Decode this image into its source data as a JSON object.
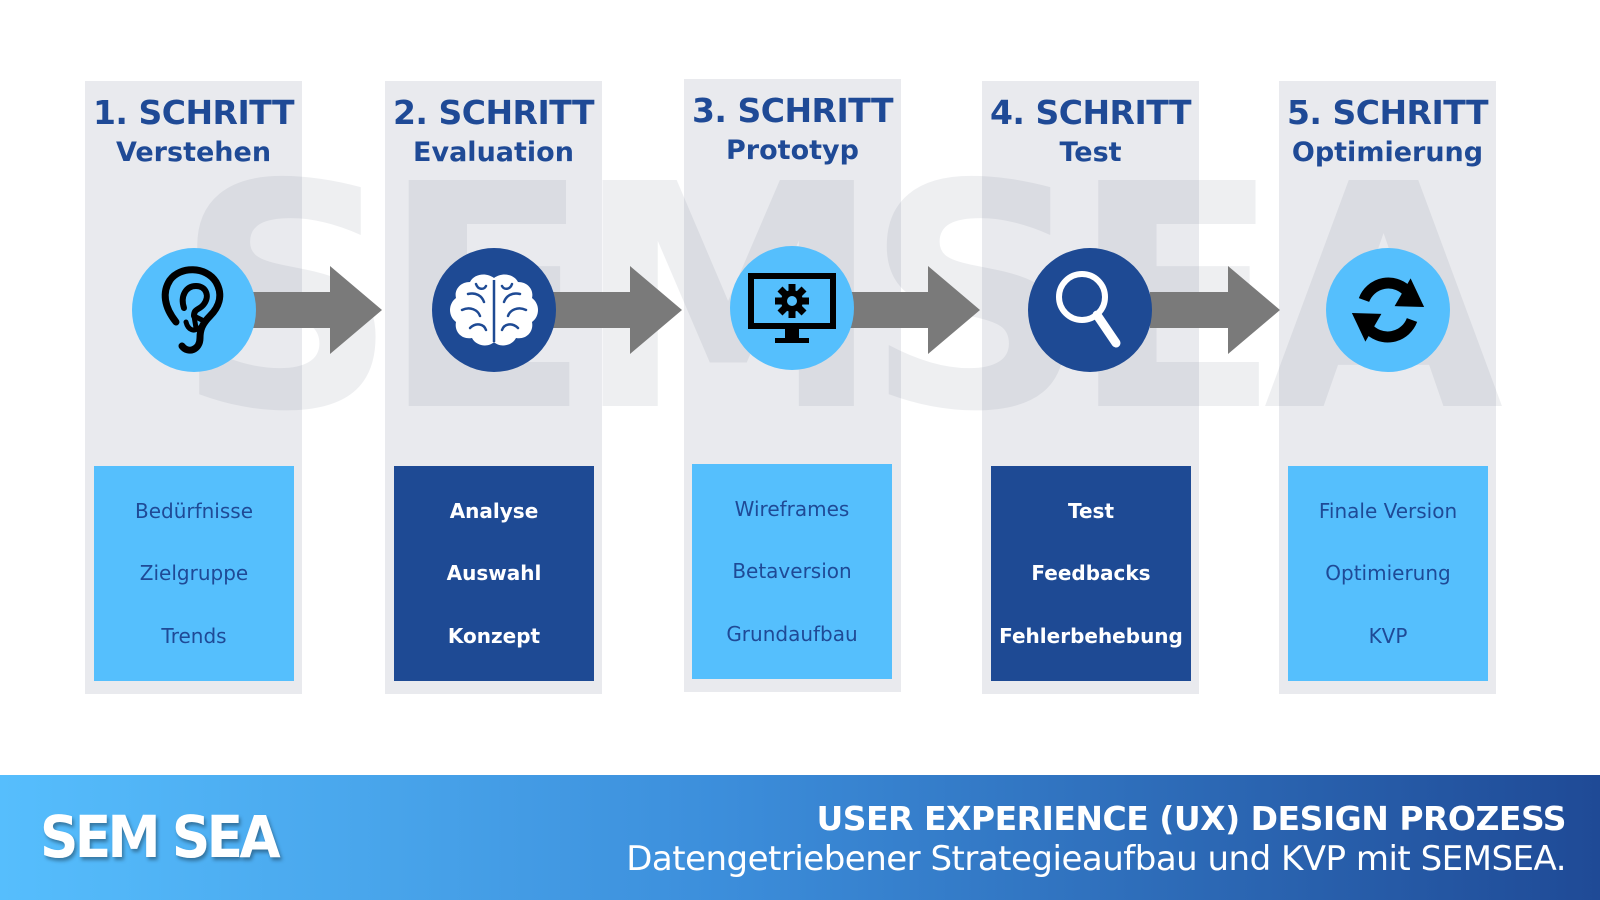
{
  "watermark": "SEMSEA",
  "steps": [
    {
      "title": "1. SCHRITT",
      "subtitle": "Verstehen",
      "icon": "ear-icon",
      "circle_color": "#55bffd",
      "box_color": "#55bffd",
      "items": [
        "Bedürfnisse",
        "Zielgruppe",
        "Trends"
      ]
    },
    {
      "title": "2. SCHRITT",
      "subtitle": "Evaluation",
      "icon": "brain-icon",
      "circle_color": "#1e4a94",
      "box_color": "#1e4a94",
      "items": [
        "Analyse",
        "Auswahl",
        "Konzept"
      ]
    },
    {
      "title": "3. SCHRITT",
      "subtitle": "Prototyp",
      "icon": "monitor-gear-icon",
      "circle_color": "#55bffd",
      "box_color": "#55bffd",
      "items": [
        "Wireframes",
        "Betaversion",
        "Grundaufbau"
      ]
    },
    {
      "title": "4. SCHRITT",
      "subtitle": "Test",
      "icon": "magnifier-icon",
      "circle_color": "#1e4a94",
      "box_color": "#1e4a94",
      "items": [
        "Test",
        "Feedbacks",
        "Fehlerbehebung"
      ]
    },
    {
      "title": "5. SCHRITT",
      "subtitle": "Optimierung",
      "icon": "refresh-icon",
      "circle_color": "#55bffd",
      "box_color": "#55bffd",
      "items": [
        "Finale Version",
        "Optimierung",
        "KVP"
      ]
    }
  ],
  "colors": {
    "primary_dark": "#1e4a94",
    "primary_light": "#55bffd",
    "arrow": "#7a7a7a",
    "column_bg": "#e8e9ec"
  },
  "footer": {
    "logo": "SEM SEA",
    "title": "USER EXPERIENCE (UX) DESIGN PROZESS",
    "subtitle": "Datengetriebener Strategieaufbau und KVP mit SEMSEA."
  }
}
